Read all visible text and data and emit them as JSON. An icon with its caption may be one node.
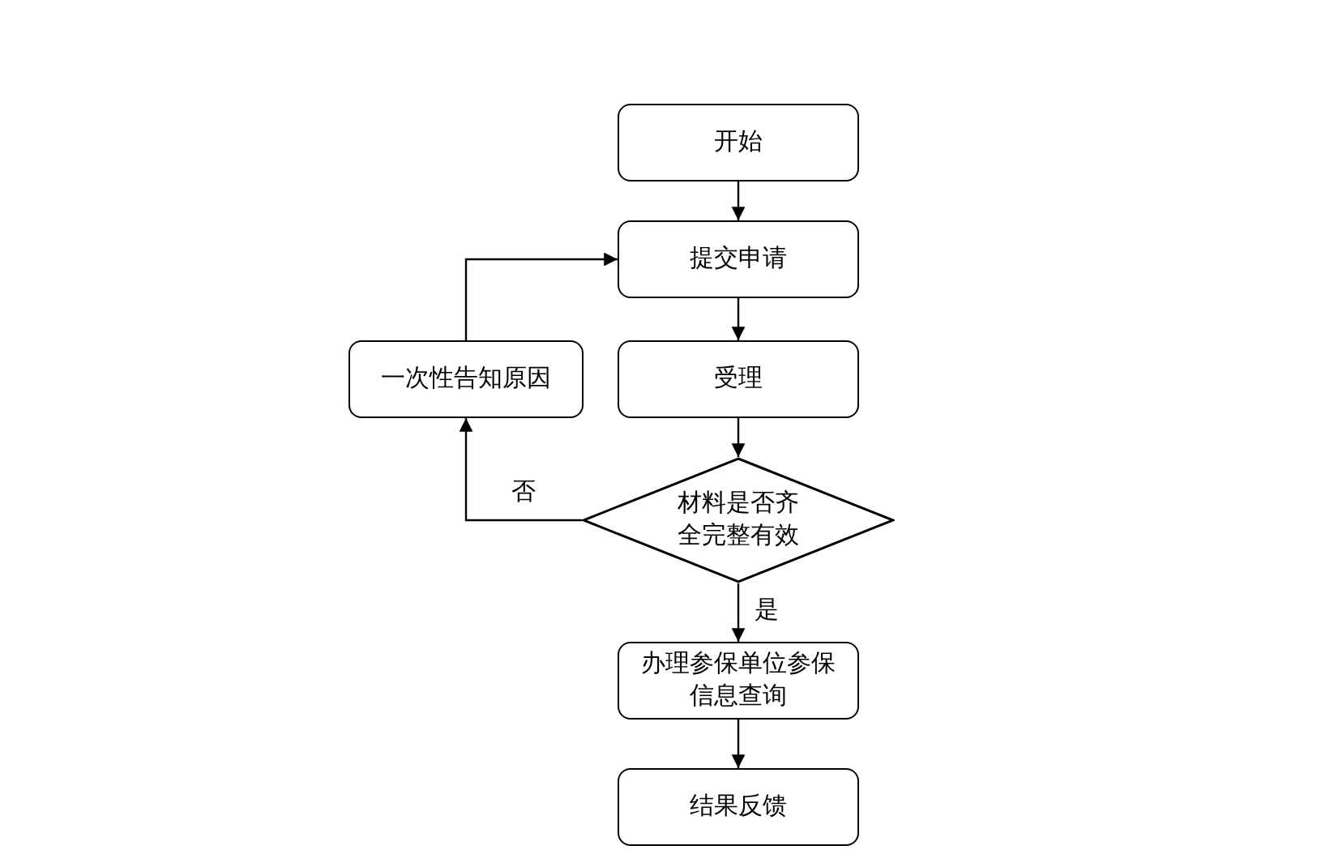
{
  "diagram": {
    "nodes": [
      {
        "text": [
          "开始"
        ]
      },
      {
        "text": [
          "提交申请"
        ]
      },
      {
        "text": [
          "一次性告知原因"
        ]
      },
      {
        "text": [
          "受理"
        ]
      },
      {
        "text": [
          "材料是否齐全完整有效"
        ]
      },
      {
        "text": [
          "办理参保单位参保信息查询"
        ]
      },
      {
        "text": [
          "结果反馈"
        ]
      }
    ],
    "edges": [
      {
        "from": 0,
        "to": 1,
        "arrow": "to"
      },
      {
        "from": 1,
        "to": 3,
        "arrow": "to"
      },
      {
        "from": 3,
        "to": 4,
        "arrow": "to"
      },
      {
        "from": 4,
        "to": 5,
        "label": "是",
        "arrow": "to"
      },
      {
        "from": 4,
        "to": 2,
        "label": "否",
        "arrow": "to"
      },
      {
        "from": 2,
        "to": 1,
        "arrow": "to"
      },
      {
        "from": 5,
        "to": 6,
        "arrow": "to"
      }
    ]
  }
}
